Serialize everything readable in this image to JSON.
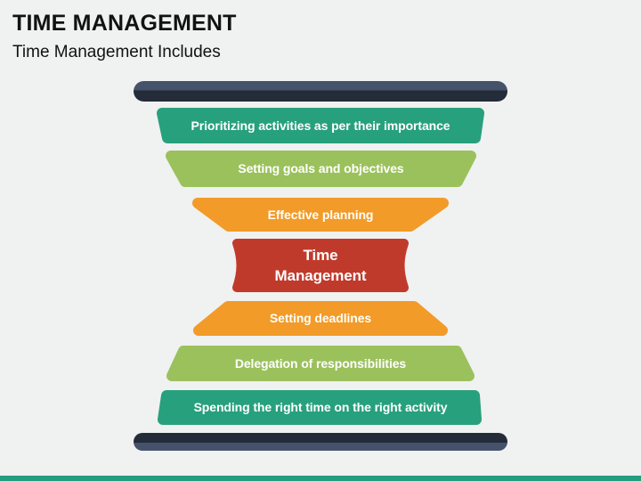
{
  "header": {
    "title": "TIME MANAGEMENT",
    "subtitle": "Time Management Includes"
  },
  "diagram": {
    "center": {
      "label": "Time Management",
      "color": "#c03a2c"
    },
    "bands": [
      {
        "label": "Prioritizing activities as per their importance",
        "color": "#27a07d"
      },
      {
        "label": "Setting goals and objectives",
        "color": "#9bc15c"
      },
      {
        "label": "Effective planning",
        "color": "#f29b28"
      },
      {
        "label": "Setting deadlines",
        "color": "#f29b28"
      },
      {
        "label": "Delegation of responsibilities",
        "color": "#9bc15c"
      },
      {
        "label": "Spending the right time on the right activity",
        "color": "#27a07d"
      }
    ],
    "frame": {
      "light": "#46526b",
      "dark": "#242b39"
    }
  },
  "footer": {
    "accent_color": "#239d7f"
  },
  "background_color": "#f0f1f1",
  "text_color_on_bands": "#ffffff",
  "title_color": "#121212"
}
